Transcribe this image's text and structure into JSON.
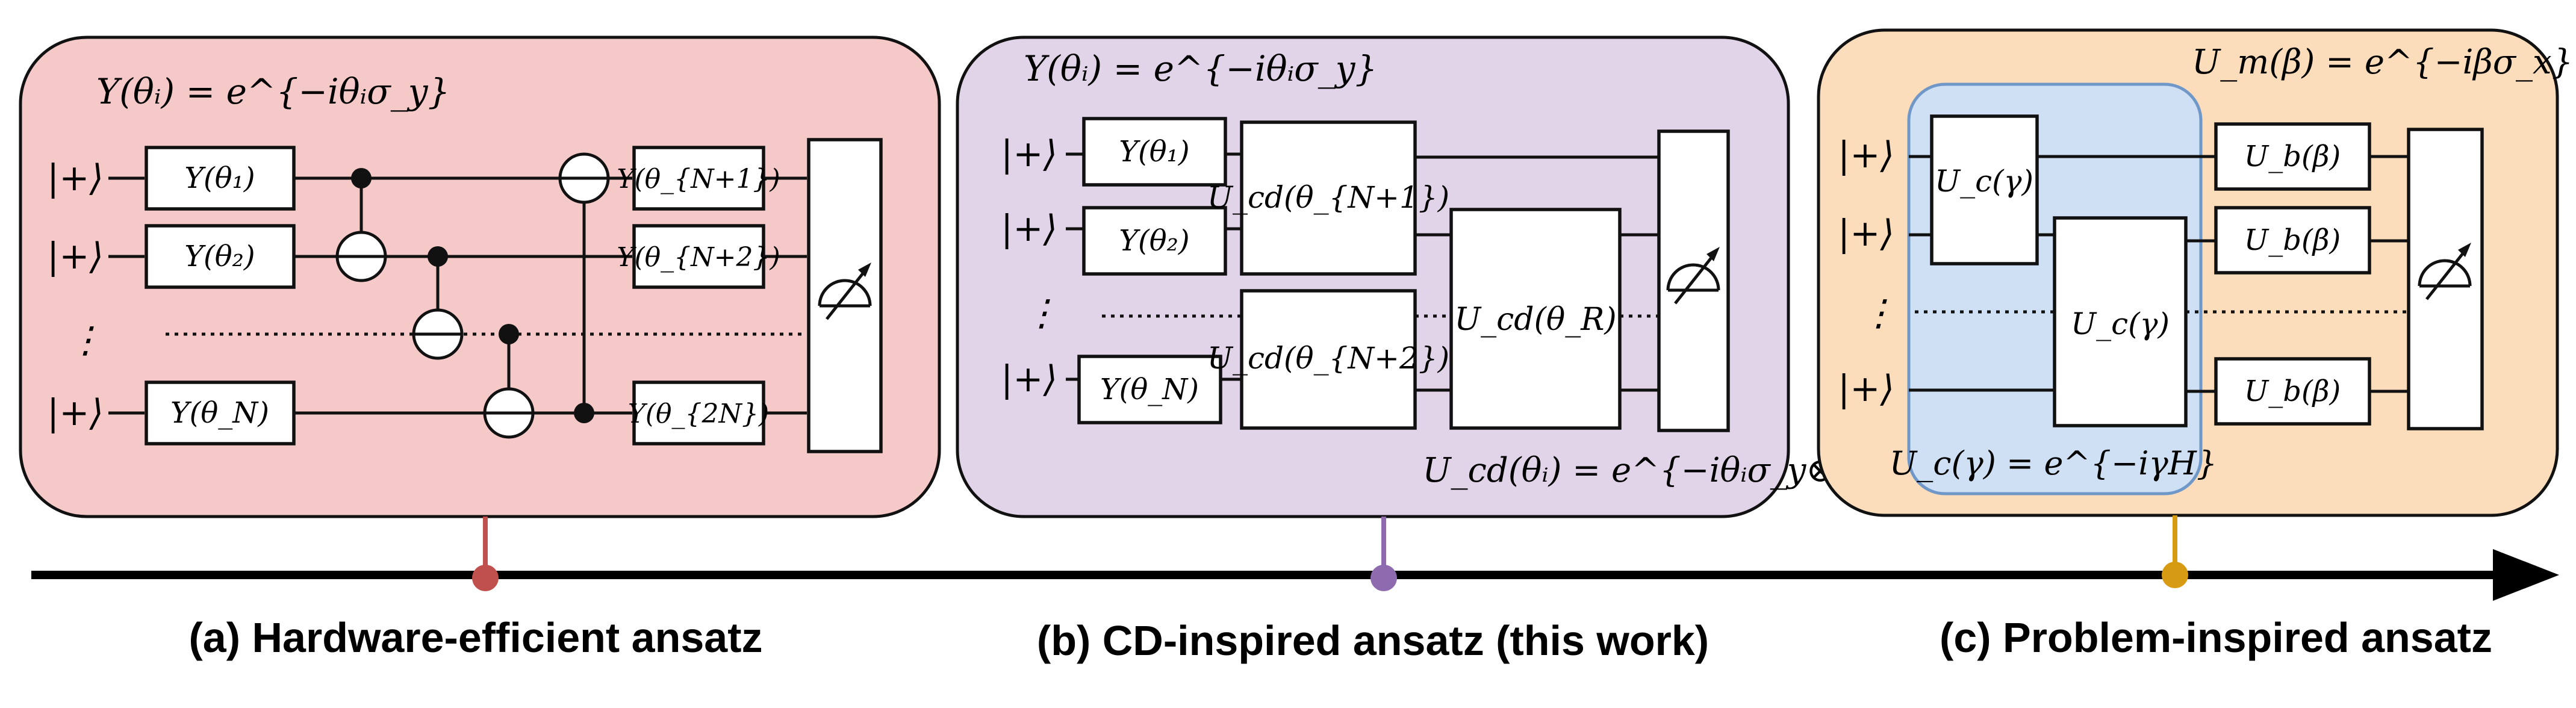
{
  "colors": {
    "panel_a_fill": "#f6c9c9",
    "panel_b_fill": "#e1d3e8",
    "panel_c_fill": "#fbdcbb",
    "inner_c_fill": "#cfe0f4",
    "inner_c_stroke": "#6f98c9",
    "marker_a": "#c0504d",
    "marker_b": "#8e6bae",
    "marker_c": "#d79b13",
    "axis": "#000000"
  },
  "panel_a": {
    "formula": "Y(θᵢ) = e^{−iθᵢσ_y}",
    "inputs": [
      "|+⟩",
      "|+⟩",
      "⋮",
      "|+⟩"
    ],
    "gates_col1": [
      "Y(θ₁)",
      "Y(θ₂)",
      "Y(θ_N)"
    ],
    "gates_col2": [
      "Y(θ_{N+1})",
      "Y(θ_{N+2})",
      "Y(θ_{2N})"
    ],
    "measurement_icon": "meter-icon",
    "caption": "(a) Hardware-efficient ansatz"
  },
  "panel_b": {
    "formula_top": "Y(θᵢ) = e^{−iθᵢσ_y}",
    "inputs": [
      "|+⟩",
      "|+⟩",
      "⋮",
      "|+⟩"
    ],
    "gates_col1": [
      "Y(θ₁)",
      "Y(θ₂)",
      "Y(θ_N)"
    ],
    "gates_ucd": [
      "U_cd(θ_{N+1})",
      "U_cd(θ_{N+2})",
      "U_cd(θ_R)"
    ],
    "formula_bottom": "U_cd(θᵢ) = e^{−iθᵢσ_y⊗σ_z}",
    "measurement_icon": "meter-icon",
    "caption": "(b) CD-inspired ansatz (this work)"
  },
  "panel_c": {
    "formula_top": "U_m(β) = e^{−iβσ_x}",
    "inputs": [
      "|+⟩",
      "|+⟩",
      "⋮",
      "|+⟩"
    ],
    "gates_uc": [
      "U_c(γ)",
      "U_c(γ)"
    ],
    "gates_ub": [
      "U_b(β)",
      "U_b(β)",
      "U_b(β)"
    ],
    "formula_inner": "U_c(γ) = e^{−iγH}",
    "measurement_icon": "meter-icon",
    "caption": "(c) Problem-inspired ansatz"
  }
}
